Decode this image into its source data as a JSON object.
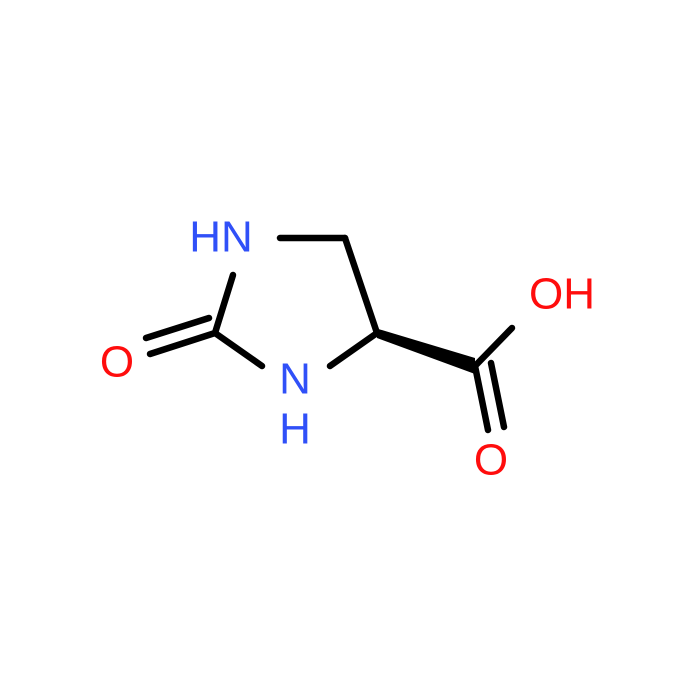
{
  "molecule": {
    "atoms": {
      "n1": "HN",
      "n3": "N",
      "n3_h": "H",
      "o_keto": "O",
      "o_hydroxyl": "OH",
      "o_carbonyl": "O"
    },
    "colors": {
      "bond": "#000000",
      "nitrogen": "#3050F8",
      "oxygen": "#FF0D0D",
      "background": "#FFFFFF"
    }
  }
}
